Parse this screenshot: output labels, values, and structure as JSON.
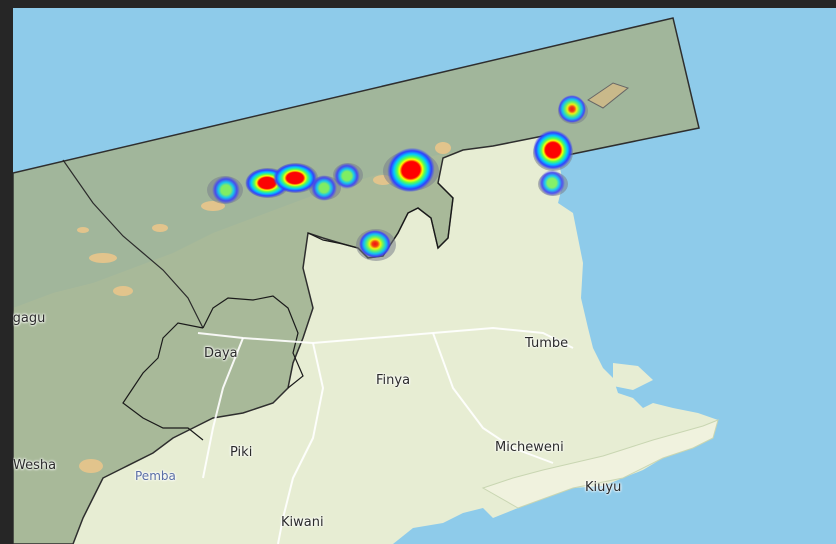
{
  "map": {
    "colors": {
      "water": "#8ecbea",
      "land": "#e7edd3",
      "protected_area": "#a3b494",
      "sand": "#e2c48c",
      "heat_low": "#4f5fff",
      "heat_mid": "#7dff5a",
      "heat_high": "#ff0000"
    },
    "labels": {
      "gagu": "igagu",
      "daya": "Daya",
      "finya": "Finya",
      "tumbe": "Tumbe",
      "wesha": "Wesha",
      "pemba": "Pemba",
      "piki": "Piki",
      "micheweni": "Micheweni",
      "kiuyu": "Kiuyu",
      "kiwani": "Kiwani"
    },
    "heatmap_intensity": {
      "h1": 0.3,
      "h2": 0.9,
      "h3": 0.9,
      "h4": 0.3,
      "h5": 0.35,
      "h6": 1.0,
      "h7": 0.55,
      "h8": 0.4,
      "h9": 0.95,
      "h10": 0.3
    }
  }
}
